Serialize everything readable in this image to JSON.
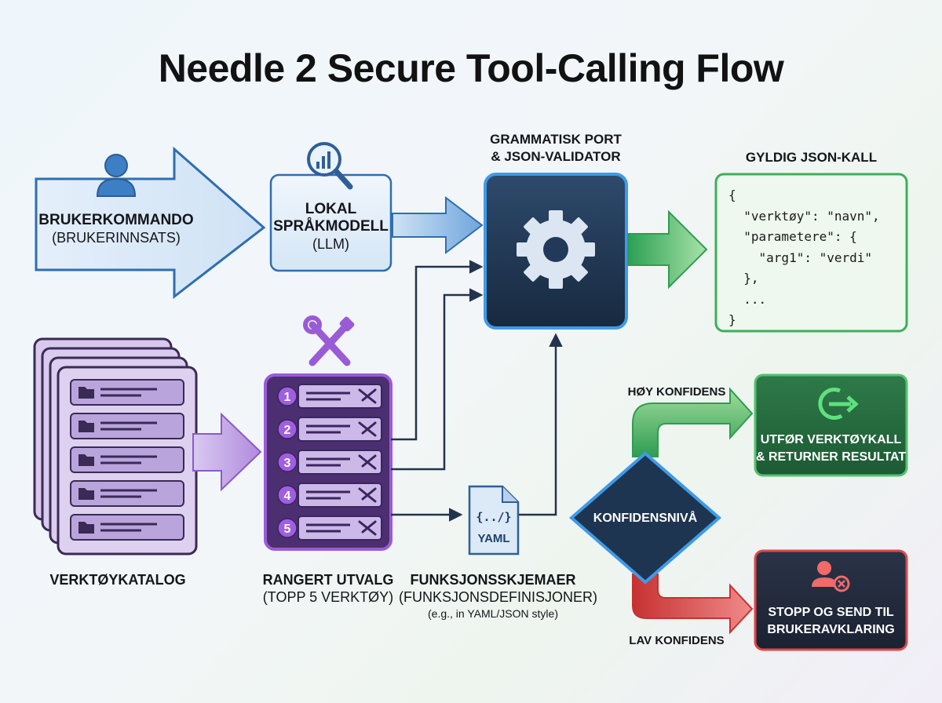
{
  "title": "Needle 2 Secure Tool-Calling Flow",
  "nodes": {
    "user_command": {
      "label": "BRUKERKOMMANDO",
      "sub": "(BRUKERINNSATS)",
      "icon": "user-icon"
    },
    "local_model": {
      "label_line1": "LOKAL",
      "label_line2": "SPRÅKMODELL",
      "sub": "(LLM)",
      "icon": "chart-magnifier-icon"
    },
    "grammar_port": {
      "label_line1": "GRAMMATISK PORT",
      "label_line2": "& JSON-VALIDATOR",
      "icon": "gear-icon"
    },
    "valid_json": {
      "label": "GYLDIG JSON-KALL",
      "code": "{\n  \"verktøy\": \"navn\",\n  \"parametere\": {\n    \"arg1\": \"verdi\"\n  },\n  ...\n}"
    },
    "tool_catalog": {
      "label": "VERKTØYKATALOG",
      "icon": "folder-icon"
    },
    "ranked_selection": {
      "label": "RANGERT UTVALG",
      "sub": "(TOPP 5 VERKTØY)",
      "icon": "tools-icon",
      "items": [
        "1",
        "2",
        "3",
        "4",
        "5"
      ]
    },
    "function_schemas": {
      "label": "FUNKSJONSSKJEMAER",
      "sub": "(FUNKSJONSDEFINISJONER)",
      "note": "(e.g., in YAML/JSON style)",
      "file_symbol": "{../}",
      "file_label": "YAML"
    },
    "confidence": {
      "label": "KONFIDENSNIVÅ",
      "high": "HØY KONFIDENS",
      "low": "LAV KONFIDENS"
    },
    "execute": {
      "label_line1": "UTFØR VERKTØYKALL",
      "label_line2": "& RETURNER RESULTAT",
      "icon": "execute-arrow-icon"
    },
    "stop": {
      "label_line1": "STOPP OG SEND TIL",
      "label_line2": "BRUKERAVKLARING",
      "icon": "user-block-icon"
    }
  },
  "colors": {
    "blue": "#2f6eb0",
    "blue_fill": "#dcebf8",
    "purple": "#7a3db5",
    "purple_fill": "#ddd0ee",
    "navy": "#1f3550",
    "green": "#3fae5a",
    "green_fill": "#eaf7ea",
    "red": "#d03a3a",
    "gold": "#f0c24a"
  }
}
